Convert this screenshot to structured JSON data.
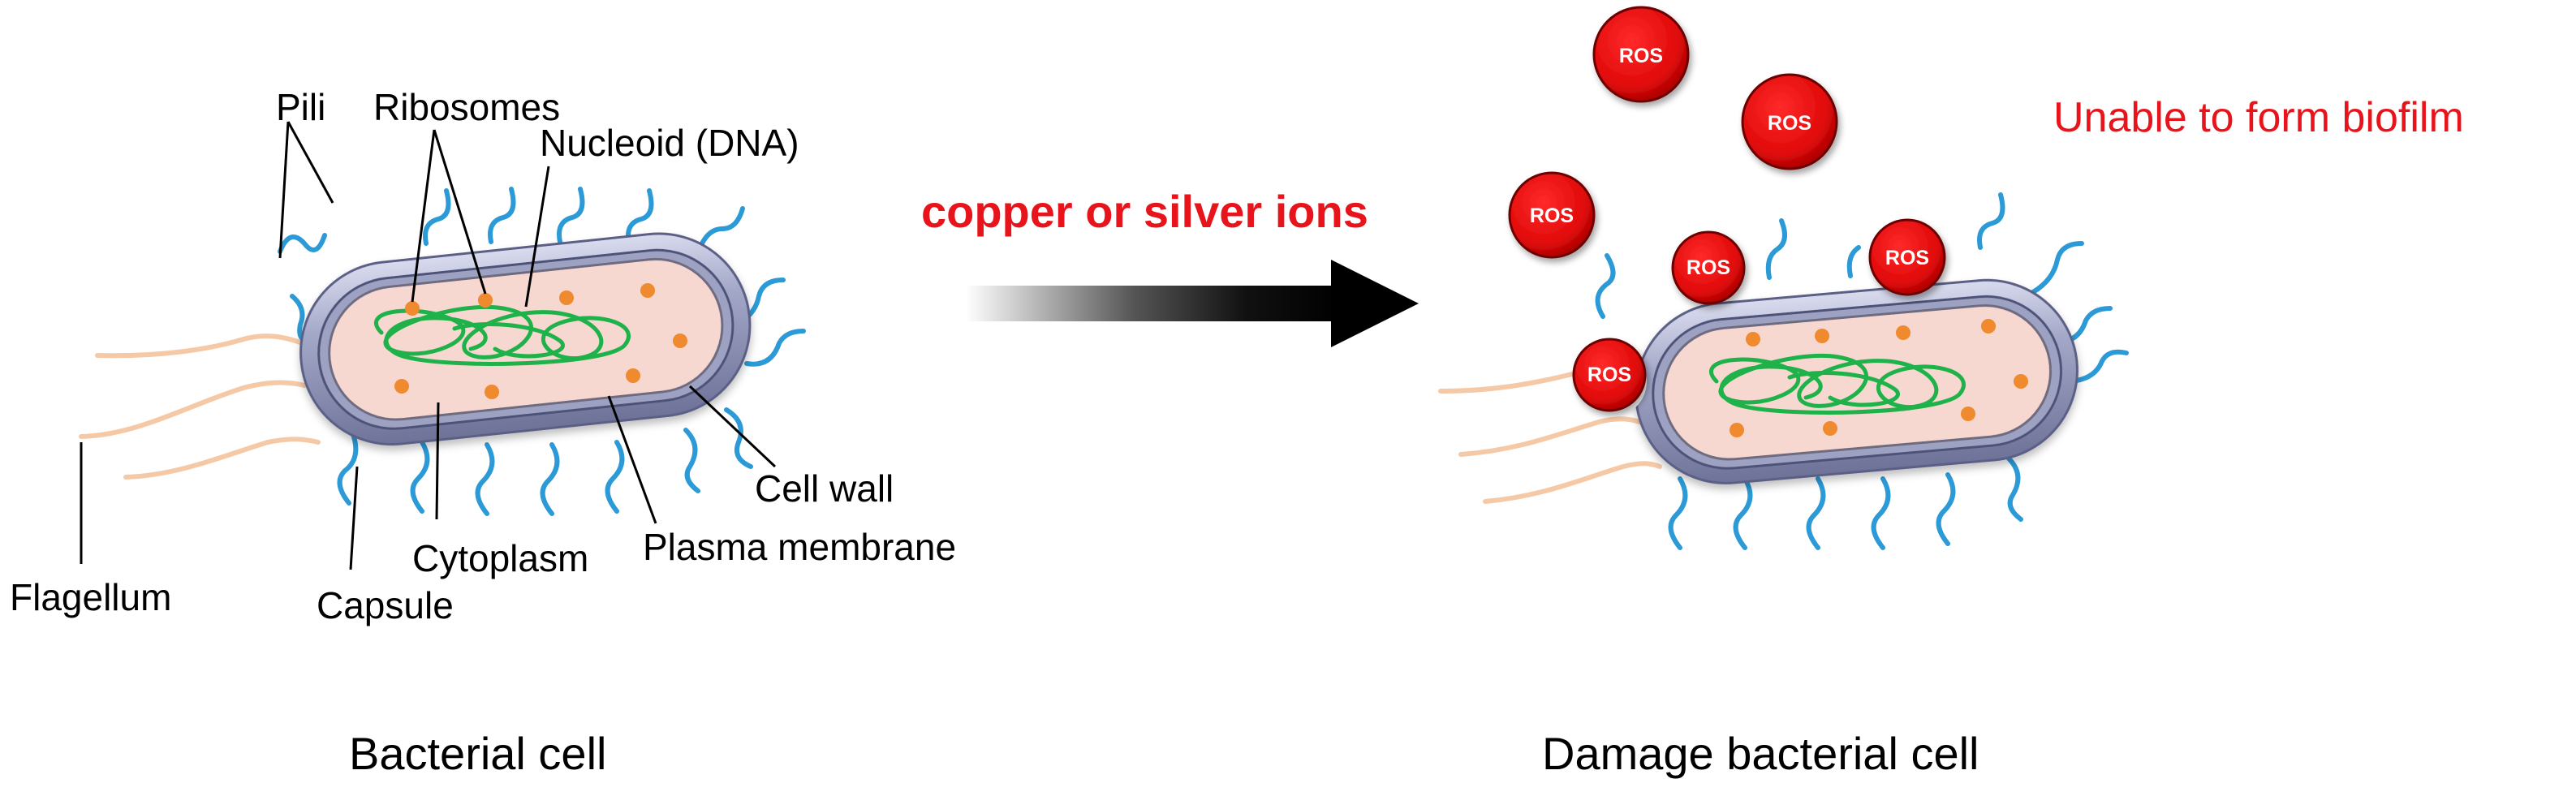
{
  "left_cell": {
    "labels": {
      "pili": "Pili",
      "ribosomes": "Ribosomes",
      "nucleoid": "Nucleoid (DNA)",
      "cell_wall": "Cell wall",
      "plasma_membrane": "Plasma membrane",
      "cytoplasm": "Cytoplasm",
      "capsule": "Capsule",
      "flagellum": "Flagellum"
    },
    "caption": "Bacterial cell"
  },
  "arrow": {
    "label": "copper or silver ions"
  },
  "right_cell": {
    "status": "Unable to form biofilm",
    "caption": "Damage bacterial cell",
    "ros_label": "ROS"
  },
  "colors": {
    "accent_red": "#e8141b",
    "pili_blue": "#2b9ad6",
    "dna_green": "#20b24a",
    "ribosome_orange": "#f08a2e",
    "cytoplasm_pink": "#f6d8d0",
    "flagellum_peach": "#f6c9a6",
    "capsule_lavender": "#a2a6c6"
  }
}
